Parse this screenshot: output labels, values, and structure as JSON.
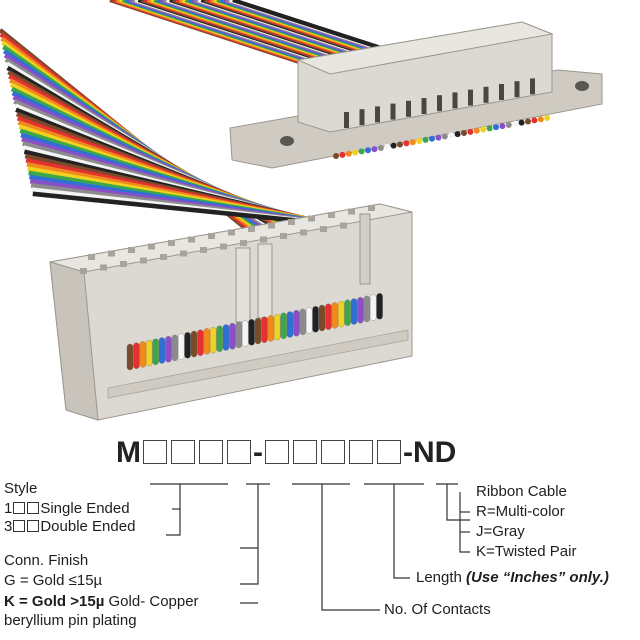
{
  "part_number": {
    "prefix": "M",
    "dash": "-",
    "suffix": "-ND"
  },
  "style": {
    "title": "Style",
    "single_prefix": "1",
    "single_label": "Single Ended",
    "double_prefix": "3",
    "double_label": "Double Ended"
  },
  "finish": {
    "title": "Conn. Finish",
    "gold15": "G = Gold ≤15µ",
    "gold_gt_prefix": "K = Gold >15µ",
    "gold_gt_rest": " Gold- Copper",
    "line3": "beryllium pin plating"
  },
  "contacts": {
    "label": "No. Of Contacts"
  },
  "length": {
    "label": "Length ",
    "note": "(Use “Inches” only.)"
  },
  "cable": {
    "title": "Ribbon Cable",
    "r": "R=Multi-color",
    "j": "J=Gray",
    "k": "K=Twisted Pair"
  },
  "colors": {
    "housing": "#dcd9d2",
    "housing_shadow": "#b9b5ad",
    "ribbon": [
      "#7a4a2a",
      "#e53030",
      "#f08a1e",
      "#f2d21e",
      "#3aa84a",
      "#2f6fd6",
      "#8a4fc8",
      "#8c8c8c",
      "#f4f4f4",
      "#222222"
    ]
  }
}
